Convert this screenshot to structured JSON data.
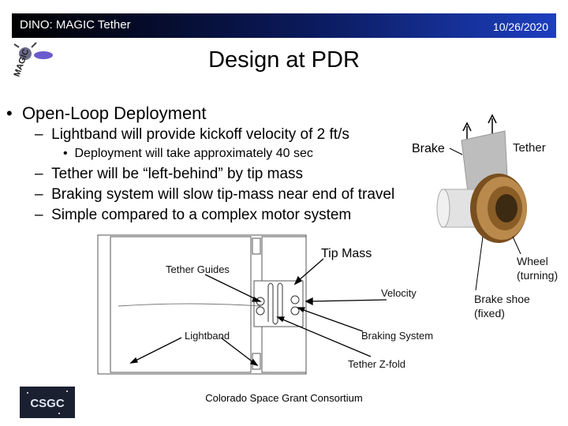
{
  "header": {
    "left": "DINO: MAGIC Tether",
    "right": "10/26/2020"
  },
  "logo": {
    "text": "MAGIC"
  },
  "title": "Design at PDR",
  "bullets": {
    "l1": "Open-Loop Deployment",
    "l2a": "Lightband will provide kickoff velocity of 2 ft/s",
    "l3": "Deployment will take approximately 40 sec",
    "l2b": "Tether will be “left-behind” by tip mass",
    "l2c": "Braking system will slow tip-mass near end of travel",
    "l2d": "Simple compared to a complex motor system"
  },
  "labels": {
    "brake": "Brake",
    "tether": "Tether",
    "tip_mass": "Tip Mass",
    "tether_guides": "Tether Guides",
    "velocity": "Velocity",
    "lightband": "Lightband",
    "braking_system": "Braking System",
    "tether_zfold": "Tether Z-fold",
    "wheel": "Wheel",
    "wheel_note": "(turning)",
    "brake_shoe": "Brake shoe",
    "brake_shoe_note": "(fixed)"
  },
  "footer": {
    "org": "Colorado Space Grant Consortium",
    "badge": "CSGC"
  },
  "colors": {
    "bar_start": "#000000",
    "bar_end": "#1d3fbf",
    "bronze": "#9a6a2e",
    "steel": "#c8c8c8"
  }
}
